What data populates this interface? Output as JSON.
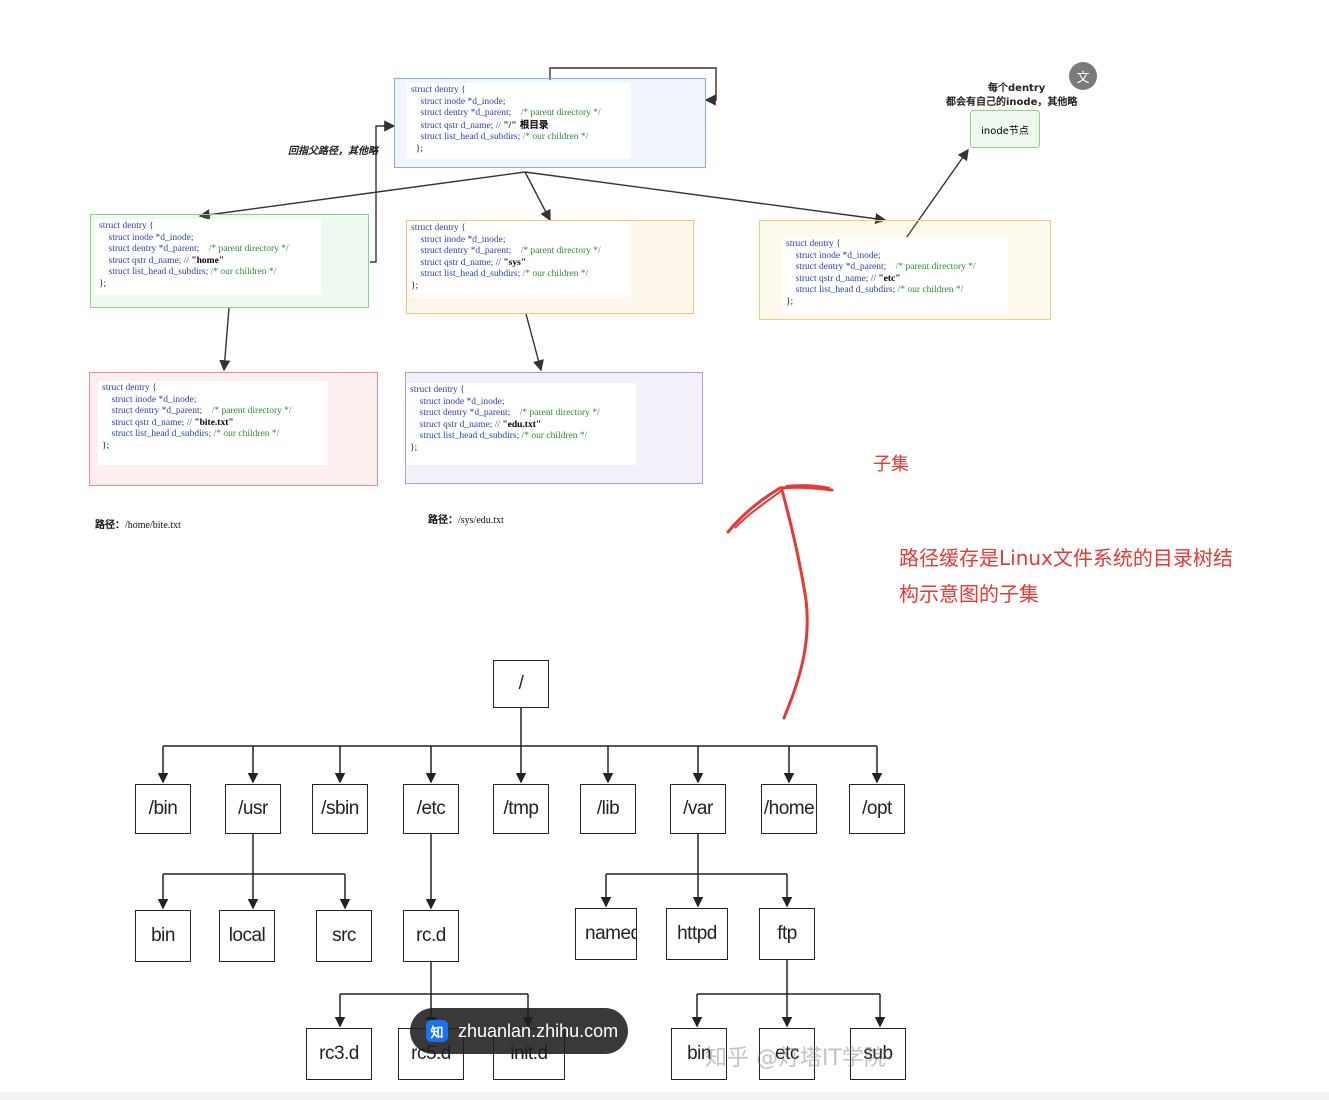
{
  "dentries": {
    "root": {
      "l1": "struct dentry {",
      "l2": "struct inode *d_inode;",
      "l3a": "struct dentry *d_parent;",
      "l3b": "/* parent directory */",
      "l4a": "struct qstr d_name; // ",
      "l4b": "\"/\"",
      "l4c": " 根目录",
      "l5a": "struct list_head d_subdirs; ",
      "l5b": "/* our children */",
      "l6": "};"
    },
    "home": {
      "l1": "struct dentry {",
      "l2": "struct inode *d_inode;",
      "l3a": "struct dentry *d_parent;",
      "l3b": "/* parent directory */",
      "l4a": "struct qstr d_name; // ",
      "l4b": "\"home\"",
      "l5a": "struct list_head d_subdirs; ",
      "l5b": "/* our children */",
      "l6": "};"
    },
    "sys": {
      "l1": "struct dentry {",
      "l2": "struct inode *d_inode;",
      "l3a": "struct dentry *d_parent;",
      "l3b": "/* parent directory */",
      "l4a": "struct qstr d_name; // ",
      "l4b": "\"sys\"",
      "l5a": "struct list_head d_subdirs; ",
      "l5b": "/* our children */",
      "l6": "};"
    },
    "etc": {
      "l1": "struct dentry {",
      "l2": "struct inode *d_inode;",
      "l3a": "struct dentry *d_parent;",
      "l3b": "/* parent directory */",
      "l4a": "struct qstr d_name; // ",
      "l4b": "\"etc\"",
      "l5a": "struct list_head d_subdirs; ",
      "l5b": "/* our children */",
      "l6": "};"
    },
    "bite": {
      "l1": "struct dentry {",
      "l2": "struct inode *d_inode;",
      "l3a": "struct dentry *d_parent;",
      "l3b": "/* parent directory */",
      "l4a": "struct qstr d_name; // ",
      "l4b": "\"bite.txt\"",
      "l5a": "struct list_head d_subdirs; ",
      "l5b": "/* our children */",
      "l6": "};"
    },
    "edu": {
      "l1": "struct dentry {",
      "l2": "struct inode *d_inode;",
      "l3a": "struct dentry *d_parent;",
      "l3b": "/* parent directory */",
      "l4a": "struct qstr d_name; // ",
      "l4b": "\"edu.txt\"",
      "l5a": "struct list_head d_subdirs; ",
      "l5b": "/* our children */",
      "l6": "};"
    }
  },
  "notes": {
    "parent_back": "回指父路径，其他略",
    "each_dentry_1": "每个dentry",
    "each_dentry_2": "都会有自己的inode，其他略",
    "inode_node": "inode节点"
  },
  "paths": {
    "label": "路径：",
    "bite": "/home/bite.txt",
    "edu": "/sys/edu.txt"
  },
  "annotations": {
    "subset_short": "子集",
    "subset_line1": "路径缓存是Linux文件系统的目录树结",
    "subset_line2": "构示意图的子集",
    "arrow_color": "#e53935"
  },
  "tree": {
    "root": "/",
    "level1": [
      "/bin",
      "/usr",
      "/sbin",
      "/etc",
      "/tmp",
      "/lib",
      "/var",
      "/home",
      "/opt"
    ],
    "usr_children": [
      "bin",
      "local",
      "src"
    ],
    "etc_children": [
      "rc.d"
    ],
    "var_children": [
      "named",
      "httpd",
      "ftp"
    ],
    "rcd_children": [
      "rc3.d",
      "rc5.d",
      "init.d"
    ],
    "ftp_children": [
      "bin",
      "etc",
      "sub"
    ]
  },
  "overlay": {
    "logo": "知",
    "url": "zhuanlan.zhihu.com",
    "watermark": "知乎 @灯塔IT学院",
    "translate_icon": "文"
  }
}
